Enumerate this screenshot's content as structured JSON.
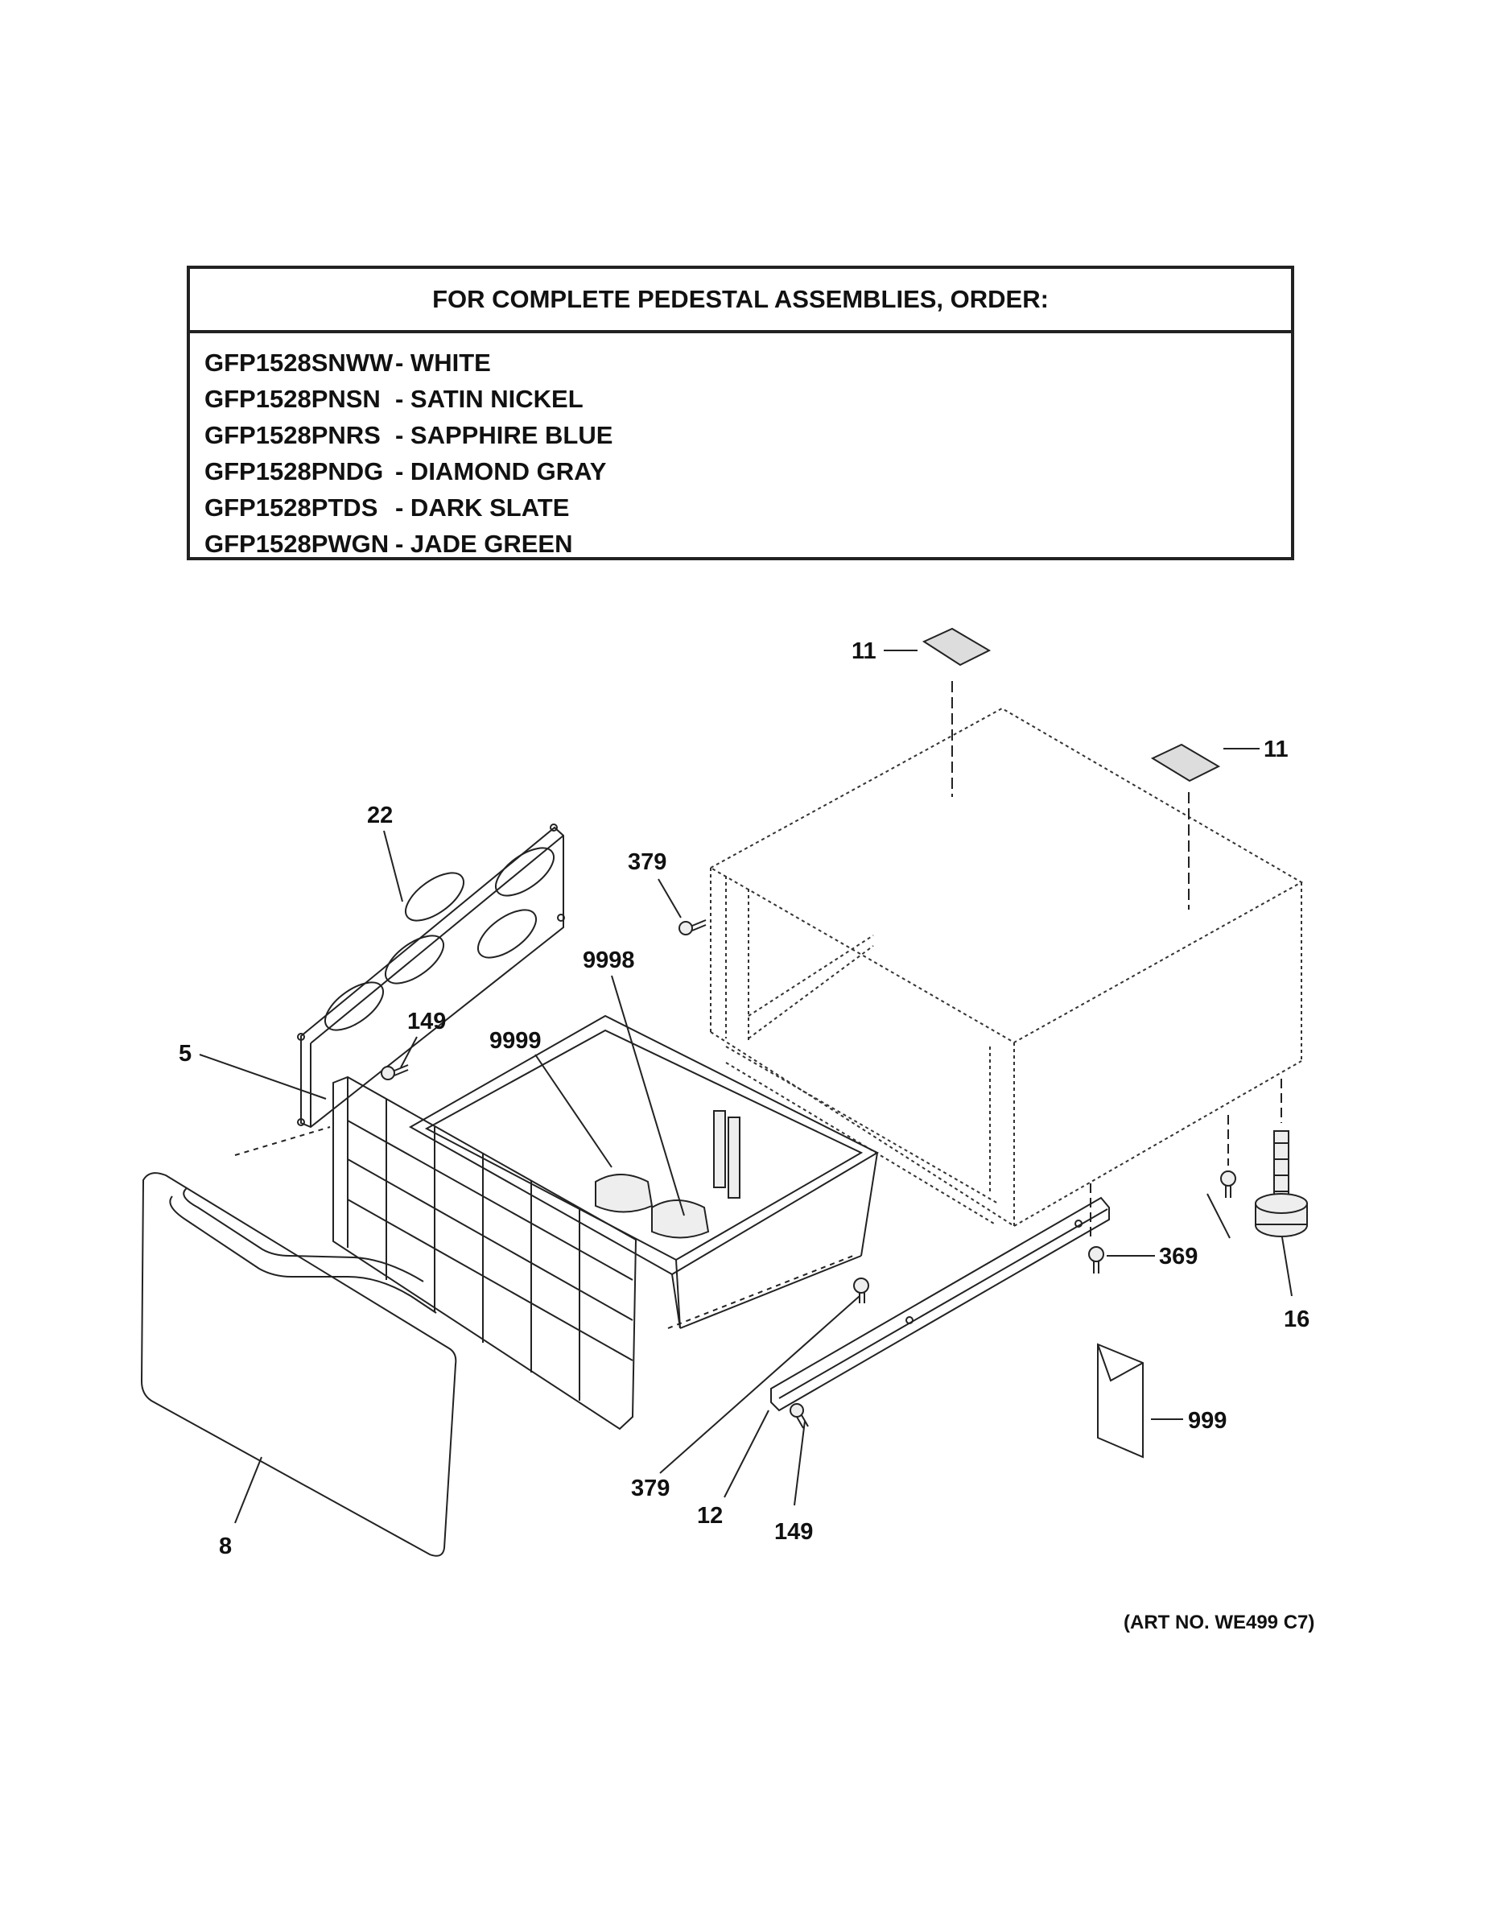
{
  "order_table": {
    "title": "FOR COMPLETE PEDESTAL ASSEMBLIES, ORDER:",
    "rows": [
      {
        "code": "GFP1528SNWW",
        "color": "- WHITE"
      },
      {
        "code": "GFP1528PNSN",
        "color": "- SATIN NICKEL"
      },
      {
        "code": "GFP1528PNRS",
        "color": "- SAPPHIRE BLUE"
      },
      {
        "code": "GFP1528PNDG",
        "color": "- DIAMOND GRAY"
      },
      {
        "code": "GFP1528PTDS",
        "color": "- DARK SLATE"
      },
      {
        "code": "GFP1528PWGN",
        "color": "- JADE GREEN"
      }
    ]
  },
  "callouts": {
    "c11a": "11",
    "c11b": "11",
    "c22": "22",
    "c379a": "379",
    "c9998": "9998",
    "c149a": "149",
    "c9999": "9999",
    "c5": "5",
    "c369": "369",
    "c16": "16",
    "c999": "999",
    "c379b": "379",
    "c12": "12",
    "c149b": "149",
    "c8": "8"
  },
  "art_number": "(ART NO. WE499 C7)"
}
